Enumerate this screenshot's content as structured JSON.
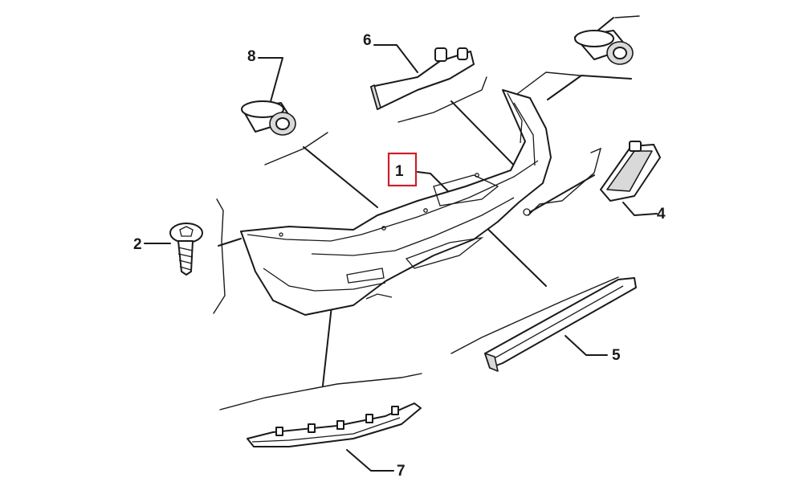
{
  "diagram": {
    "callouts": [
      {
        "id": "1",
        "label": "1",
        "highlighted": true
      },
      {
        "id": "2",
        "label": "2"
      },
      {
        "id": "4",
        "label": "4"
      },
      {
        "id": "5",
        "label": "5"
      },
      {
        "id": "6",
        "label": "6"
      },
      {
        "id": "7",
        "label": "7"
      },
      {
        "id": "8",
        "label": "8"
      }
    ],
    "highlight_color": "#cc1f2a",
    "line_color": "#1a1a1a"
  }
}
